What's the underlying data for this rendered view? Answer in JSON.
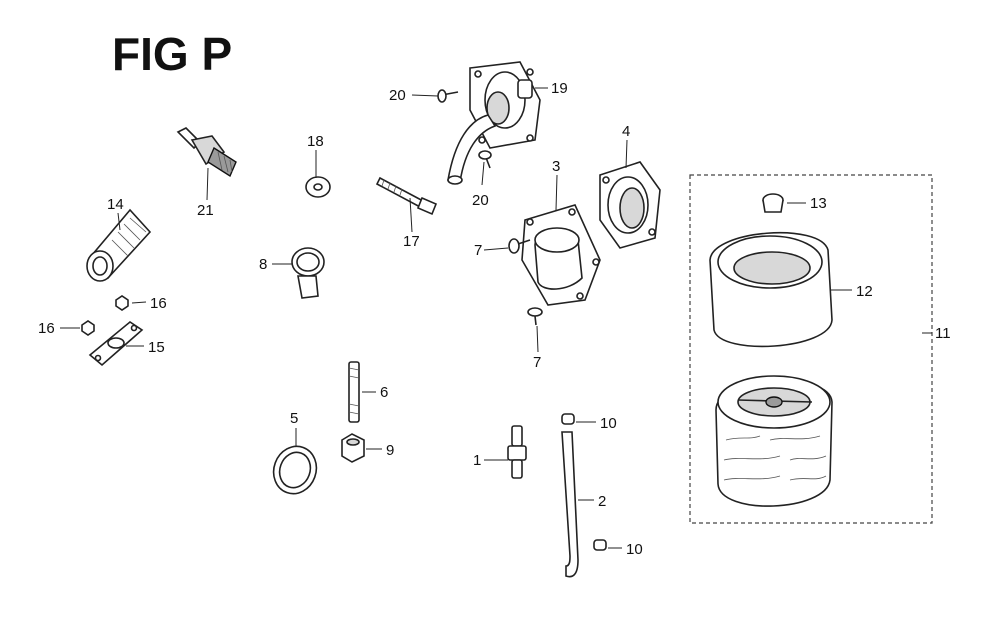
{
  "figure": {
    "title": "FIG P"
  },
  "callouts": [
    {
      "id": "c20a",
      "text": "20"
    },
    {
      "id": "c19",
      "text": "19"
    },
    {
      "id": "c20b",
      "text": "20"
    },
    {
      "id": "c18",
      "text": "18"
    },
    {
      "id": "c21",
      "text": "21"
    },
    {
      "id": "c14",
      "text": "14"
    },
    {
      "id": "c17",
      "text": "17"
    },
    {
      "id": "c3",
      "text": "3"
    },
    {
      "id": "c4",
      "text": "4"
    },
    {
      "id": "c7a",
      "text": "7"
    },
    {
      "id": "c7b",
      "text": "7"
    },
    {
      "id": "c8",
      "text": "8"
    },
    {
      "id": "c16a",
      "text": "16"
    },
    {
      "id": "c16b",
      "text": "16"
    },
    {
      "id": "c15",
      "text": "15"
    },
    {
      "id": "c13",
      "text": "13"
    },
    {
      "id": "c12",
      "text": "12"
    },
    {
      "id": "c11",
      "text": "11"
    },
    {
      "id": "c6",
      "text": "6"
    },
    {
      "id": "c5",
      "text": "5"
    },
    {
      "id": "c9",
      "text": "9"
    },
    {
      "id": "c10a",
      "text": "10"
    },
    {
      "id": "c10b",
      "text": "10"
    },
    {
      "id": "c1",
      "text": "1"
    },
    {
      "id": "c2",
      "text": "2"
    }
  ]
}
